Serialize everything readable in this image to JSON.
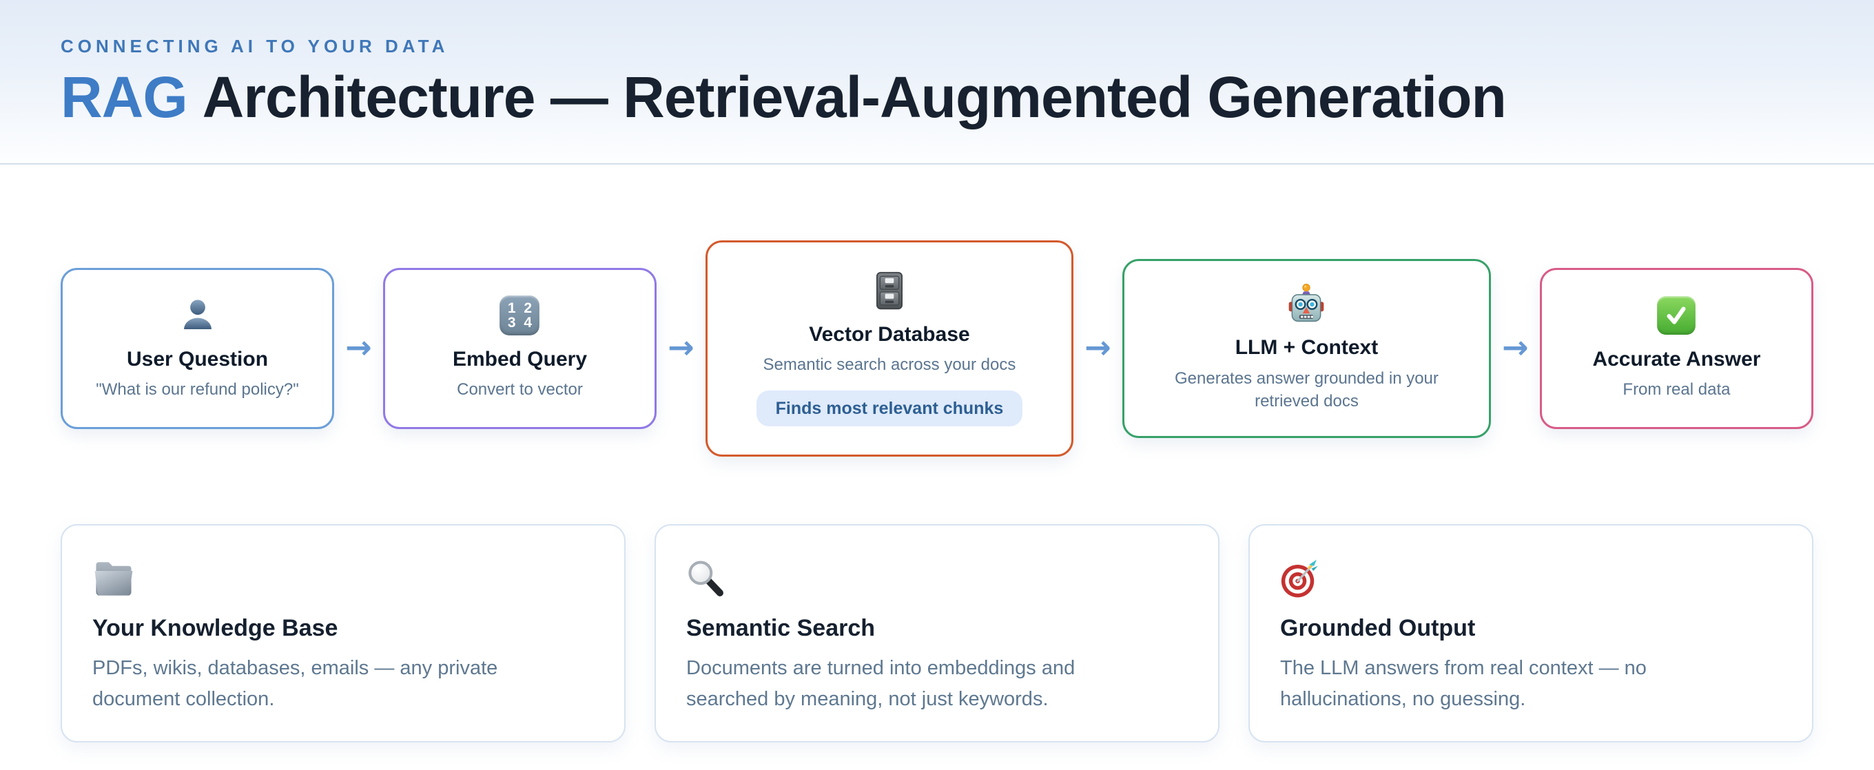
{
  "header": {
    "eyebrow": "CONNECTING AI TO YOUR DATA",
    "title_highlight": "RAG",
    "title_rest": "Architecture — Retrieval-Augmented Generation"
  },
  "flow": {
    "arrow_glyph": "→",
    "arrow_color": "#6598d4",
    "steps": [
      {
        "icon": "user-icon",
        "title": "User Question",
        "subtitle": "\"What is our refund policy?\"",
        "accent_color": "#6b9fd8"
      },
      {
        "icon": "input-numbers-icon",
        "icon_lines": {
          "top": "1 2",
          "bottom": "3 4"
        },
        "title": "Embed Query",
        "subtitle": "Convert to vector",
        "accent_color": "#9179e6"
      },
      {
        "icon": "file-cabinet-icon",
        "title": "Vector Database",
        "subtitle": "Semantic search across your docs",
        "badge": "Finds most relevant chunks",
        "badge_bg": "#dfeafb",
        "badge_text_color": "#2d5f93",
        "accent_color": "#d45a2d"
      },
      {
        "icon": "robot-icon",
        "title": "LLM + Context",
        "subtitle": "Generates answer grounded in your retrieved docs",
        "accent_color": "#37a169"
      },
      {
        "icon": "check-mark-icon",
        "title": "Accurate Answer",
        "subtitle": "From real data",
        "accent_color": "#d85c87"
      }
    ]
  },
  "cards": [
    {
      "icon": "folder-icon",
      "title": "Your Knowledge Base",
      "body": "PDFs, wikis, databases, emails — any private document collection."
    },
    {
      "icon": "magnifier-icon",
      "title": "Semantic Search",
      "body": "Documents are turned into embeddings and searched by meaning, not just keywords."
    },
    {
      "icon": "target-icon",
      "title": "Grounded Output",
      "body": "The LLM answers from real context — no hallucinations, no guessing."
    }
  ],
  "colors": {
    "header_gradient_top": "#e2ebf7",
    "header_border": "#d3dfec",
    "title_dark": "#17212f",
    "title_accent": "#3e7cc6",
    "eyebrow_blue": "#3f77b8",
    "step_title": "#0f1b2a",
    "muted_text": "#5b7590",
    "card_border": "#d7e3f1"
  }
}
